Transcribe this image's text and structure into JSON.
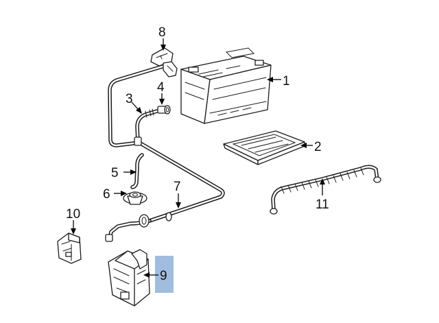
{
  "callouts": [
    {
      "id": "1",
      "label": "1"
    },
    {
      "id": "2",
      "label": "2"
    },
    {
      "id": "3",
      "label": "3"
    },
    {
      "id": "4",
      "label": "4"
    },
    {
      "id": "5",
      "label": "5"
    },
    {
      "id": "6",
      "label": "6"
    },
    {
      "id": "7",
      "label": "7"
    },
    {
      "id": "8",
      "label": "8"
    },
    {
      "id": "9",
      "label": "9"
    },
    {
      "id": "10",
      "label": "10"
    },
    {
      "id": "11",
      "label": "11"
    }
  ],
  "highlight": {
    "callout": "9",
    "color": "#8fb0d9"
  },
  "line_color": "#1a1a1a"
}
